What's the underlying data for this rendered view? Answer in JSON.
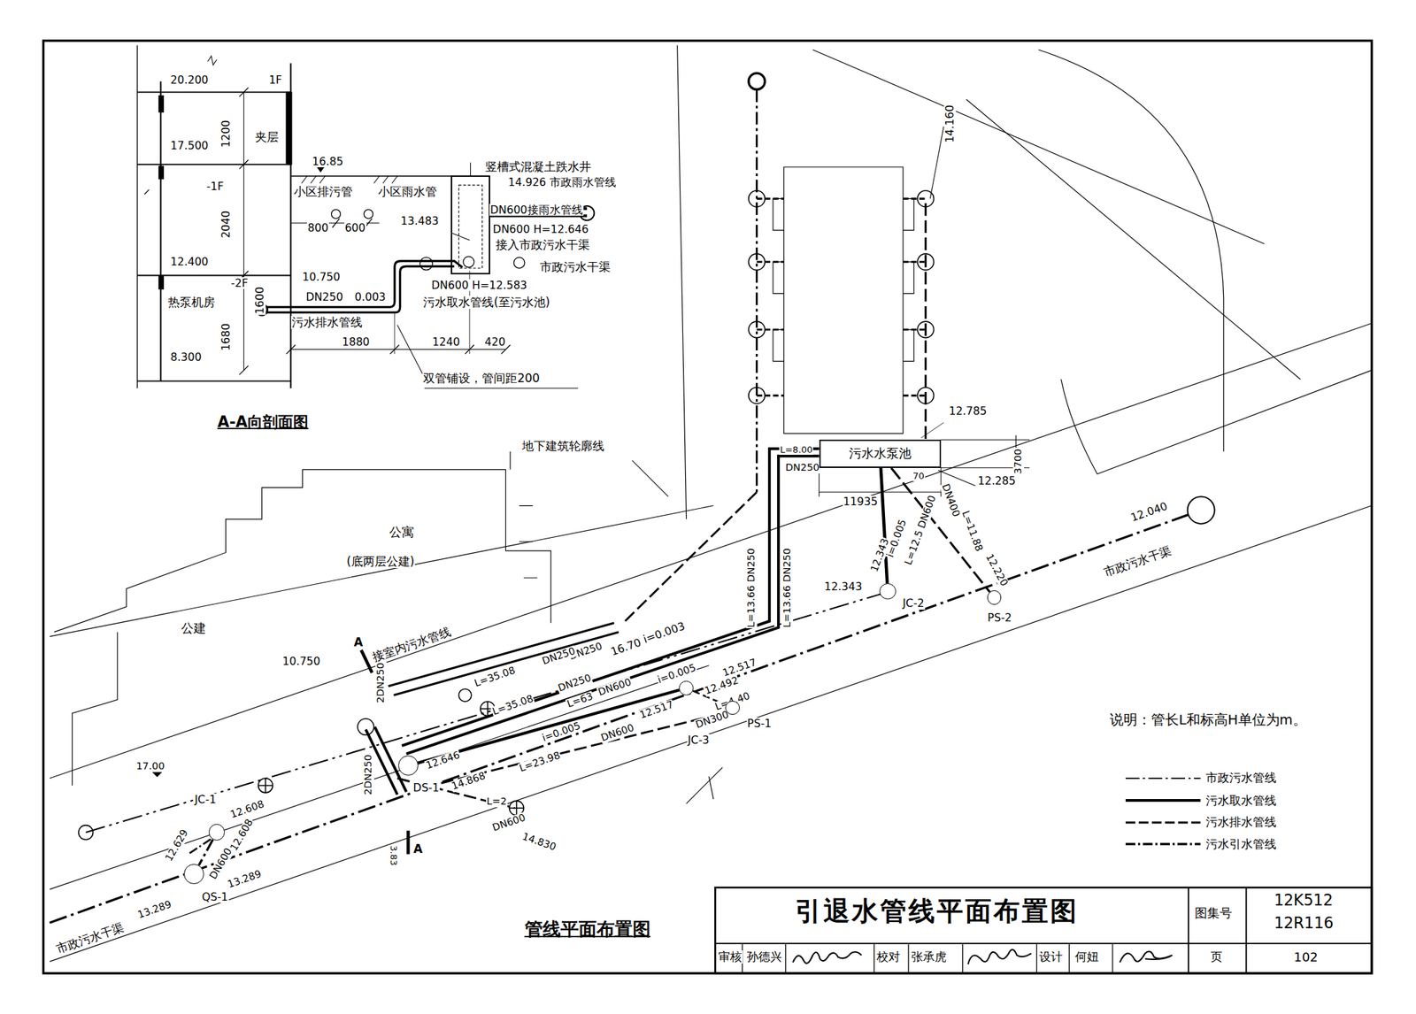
{
  "diagram": {
    "title": "引退水管线平面布置图",
    "nodes": [
      {
        "text": [
          "污水水泵池"
        ]
      },
      {
        "text": [
          "JC-1"
        ]
      },
      {
        "text": [
          "QS-1"
        ]
      },
      {
        "text": [
          "DS-1"
        ]
      },
      {
        "text": [
          "JC-3"
        ]
      },
      {
        "text": [
          "PS-1"
        ]
      },
      {
        "text": [
          "JC-2"
        ]
      },
      {
        "text": [
          "PS-2"
        ]
      }
    ],
    "edges": [
      {
        "from": 0,
        "to": 6,
        "arrow": "none"
      },
      {
        "from": 0,
        "to": 7,
        "arrow": "none"
      },
      {
        "from": 4,
        "to": 5,
        "arrow": "none"
      },
      {
        "from": 1,
        "to": 2,
        "arrow": "none"
      },
      {
        "from": 3,
        "to": 4,
        "arrow": "none"
      }
    ],
    "labels": [
      "20.200",
      "1F",
      "1200",
      "夹层",
      "17.500",
      "-1F",
      "2040",
      "12.400",
      "-2F",
      "热泵机房",
      "1600",
      "1680",
      "8.300",
      "16.85",
      "小区排污管",
      "小区雨水管",
      "800",
      "600",
      "竖槽式混凝土跌水井",
      "14.926 市政雨水管线",
      "DN600接雨水管线",
      "13.483",
      "DN600 H=12.646",
      "接入市政污水干渠",
      "市政污水干渠",
      "10.750",
      "DN250",
      "0.003",
      "DN600 H=12.583",
      "污水取水管线(至污水池)",
      "污水排水管线",
      "1880",
      "1240",
      "420",
      "双管铺设，管间距200",
      "A-A向剖面图",
      "地下建筑轮廓线",
      "公寓",
      "(底两层公建)",
      "公建",
      "接室内污水管线",
      "10.750",
      "A",
      "A",
      "17.00",
      "14.160",
      "12.785",
      "3700",
      "11935",
      "12.285",
      "L=8.00",
      "DN250",
      "70",
      "12.343",
      "i=0.005",
      "L=12.5 DN600",
      "DN400",
      "L=11.88",
      "12.220",
      "12.343",
      "12.040",
      "市政污水干渠",
      "L=13.66 DN250",
      "L=13.66 DN250",
      "16.70",
      "i=0.003",
      "DN250",
      "L=35.08",
      "DN250",
      "L=35.08",
      "DN250",
      "L=63",
      "DN600",
      "i=0.005",
      "12.517",
      "12.492",
      "L=4.40",
      "12.517",
      "DN300",
      "i=0.005",
      "DN600",
      "L=23.98",
      "2DN250",
      "2DN250",
      "12.646",
      "14.868",
      "L=2",
      "DN600",
      "14.830",
      "3.83",
      "12.608",
      "12.629",
      "12.608",
      "DN600",
      "13.289",
      "市政污水干渠",
      "13.289",
      "管线平面布置图",
      "说明：管长L和标高H单位为m。",
      "图集号",
      "12K512",
      "12R116",
      "审核",
      "孙德兴",
      "校对",
      "张承虎",
      "设计",
      "何妞",
      "页",
      "102"
    ],
    "legend": [
      {
        "text": "市政污水管线"
      },
      {
        "text": "污水取水管线"
      },
      {
        "text": "污水排水管线"
      },
      {
        "text": "污水引水管线"
      }
    ]
  }
}
